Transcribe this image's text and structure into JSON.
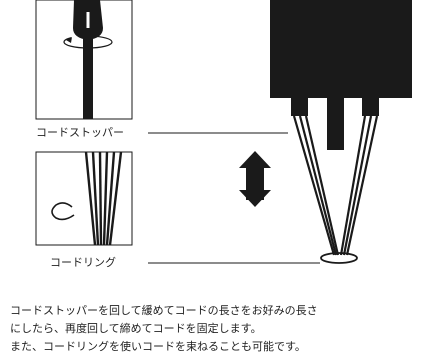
{
  "colors": {
    "ink": "#1a1a1a",
    "text": "#222222",
    "background": "#ffffff"
  },
  "icons": {
    "detail_top": "cord-stopper-rotate-icon",
    "detail_bottom": "cord-ring-icon",
    "arrow": "up-down-arrow-icon"
  },
  "labels": {
    "cord_stopper": "コードストッパー",
    "cord_ring": "コードリング"
  },
  "description": {
    "lines": [
      "コードストッパーを回して緩めてコードの長さをお好みの長さ",
      "にしたら、再度回して締めてコードを固定します。",
      "また、コードリングを使いコードを束ねることも可能です。"
    ]
  }
}
